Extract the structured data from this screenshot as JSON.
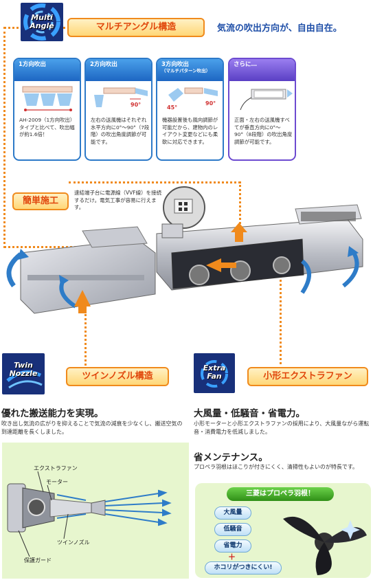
{
  "top": {
    "badge": "Multi Angle",
    "pill": "マルチアングル構造",
    "headline": "気流の吹出方向が、自由自在。"
  },
  "cards": [
    {
      "header": "1方向吹出",
      "sub": "",
      "text": "AH-2009（1方向吹出）タイプと比べて、吹出幅が約1.6倍！"
    },
    {
      "header": "2方向吹出",
      "sub": "",
      "angle": "90°",
      "text": "左右の送風機はそれぞれ水平方向に0°〜90°（7段階）の吹出角度調節が可能です。"
    },
    {
      "header": "3方向吹出",
      "sub": "（マルチパターン吹出）",
      "angle1": "45°",
      "angle2": "90°",
      "text": "機器設置後も風向調節が可能だから、建物内のレイアウト変更などにも柔軟に対応できます。"
    },
    {
      "header": "さらに…",
      "sub": "",
      "text": "正面・左右の送風機すべてが垂直方向に0°〜90°（8段階）の吹出角度調節が可能です。"
    }
  ],
  "install": {
    "pill": "簡単施工",
    "desc": "速結端子台に電源線（VVF線）を接続するだけ。電気工事が容易に行えます。"
  },
  "twin": {
    "badge": "Twin Nozzle",
    "pill": "ツインノズル構造",
    "headline": "優れた搬送能力を実現。",
    "desc": "吹き出し気流の広がりを抑えることで気流の減衰を少なくし、搬送空気の到達距離を長くしました。",
    "labels": {
      "fan": "エクストラファン",
      "motor": "モーター",
      "nozzle": "ツインノズル",
      "guard": "保護ガード"
    }
  },
  "fan": {
    "badge": "Extra Fan",
    "pill": "小形エクストラファン",
    "headline1": "大風量・低騒音・省電力。",
    "desc1": "小形モーターと小形エクストラファンの採用により、大風量ながら運転音・消費電力を低減しました。",
    "headline2": "省メンテナンス。",
    "desc2": "プロペラ羽根はほこりが付きにくく、清掃性もよいのが特長です。",
    "banner": "三菱はプロペラ羽根！",
    "bubbles": [
      "大風量",
      "低騒音",
      "省電力"
    ],
    "plus": "＋",
    "bubble_last": "ホコリがつきにくい!"
  },
  "colors": {
    "orange": "#f08a1c",
    "blue": "#1d66c2",
    "navy": "#18307a",
    "green": "#3a9a1e"
  }
}
